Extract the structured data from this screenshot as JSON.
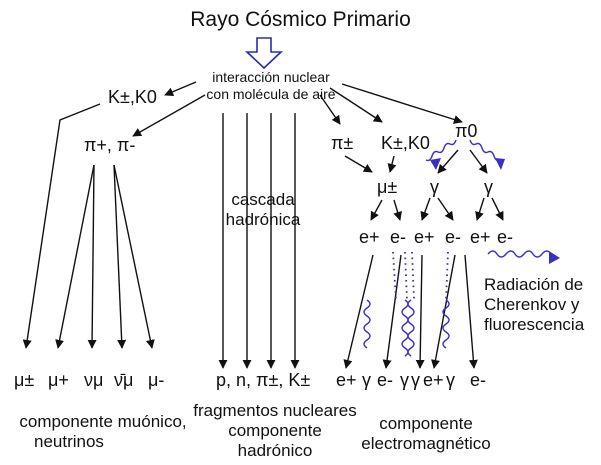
{
  "title": "Rayo Cósmico Primario",
  "interaction": {
    "line1": "interacción nuclear",
    "line2": "con molécula de aire"
  },
  "particles": {
    "kaons_top": "K±,K0",
    "pions_left": "π+, π-",
    "pions_right": "π±",
    "kaons_right": "K±,K0",
    "pi_zero": "π0",
    "mu_mid": "μ±",
    "gamma_left": "γ",
    "gamma_right": "γ",
    "e_row": [
      "e+",
      "e-",
      "e+",
      "e-",
      "e+",
      "e-"
    ]
  },
  "cascade": {
    "line1": "cascada",
    "line2": "hadrónica"
  },
  "radiation": {
    "line1": "Radiación de",
    "line2": "Cherenkov y",
    "line3": "fluorescencia"
  },
  "bottom_rows": {
    "muonic": [
      "μ±",
      "μ+",
      "νμ",
      "ν̄μ",
      "μ-"
    ],
    "hadronic": "p, n, π±, K±",
    "em": [
      "e+",
      "γ",
      "e-",
      "γ",
      "γ",
      "e+",
      "γ",
      "e-"
    ]
  },
  "captions": {
    "muonic_1": "componente muónico,",
    "muonic_2": "neutrinos",
    "hadronic_1": "fragmentos nucleares",
    "hadronic_2": "componente",
    "hadronic_3": "hadrónico",
    "em_1": "componente",
    "em_2": "electromagnético"
  },
  "colors": {
    "ink": "#111111",
    "wave": "#3a2fc4",
    "dots": "#3a2fc4"
  }
}
